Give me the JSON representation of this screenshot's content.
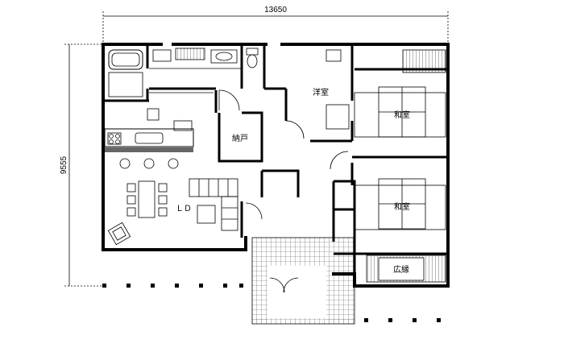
{
  "dimensions": {
    "width_label": "13650",
    "height_label": "9555"
  },
  "rooms": {
    "western_room": "洋室",
    "japanese_room_1": "和室",
    "japanese_room_2": "和室",
    "storage": "納戸",
    "living_dining": "ＬＤ",
    "veranda": "広縁"
  }
}
